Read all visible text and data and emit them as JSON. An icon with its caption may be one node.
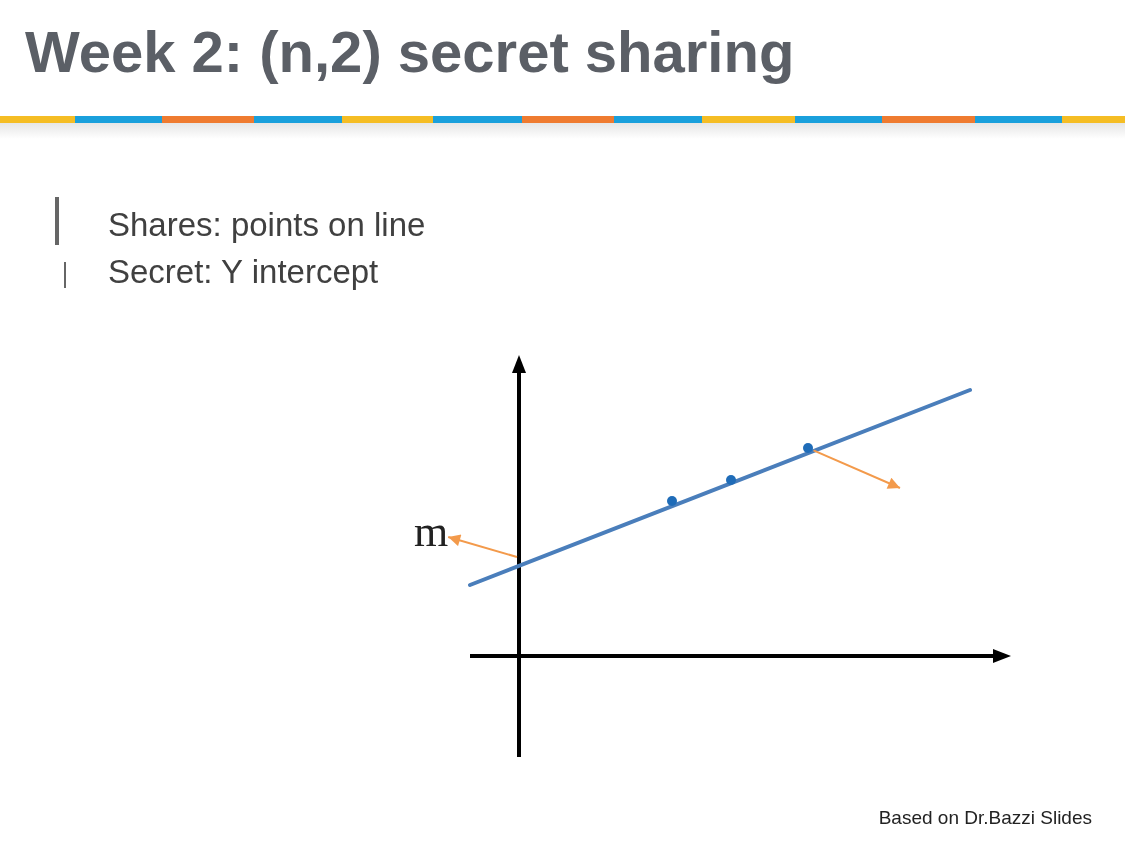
{
  "diagram": {
    "title": "Week 2: (n,2) secret sharing",
    "caption": "Based on Dr.Bazzi Slides",
    "nodes": [
      {
        "text": [
          "m"
        ]
      },
      {
        "text": [],
        "shape": "circle"
      },
      {
        "text": [],
        "shape": "circle"
      },
      {
        "text": [],
        "shape": "circle"
      }
    ],
    "edges": [
      {
        "from": null,
        "to": 0,
        "arrow": "to"
      },
      {
        "from": 3,
        "to": null,
        "arrow": "to"
      }
    ],
    "labels": [
      "Shares: points on line",
      "Secret: Y intercept"
    ]
  }
}
